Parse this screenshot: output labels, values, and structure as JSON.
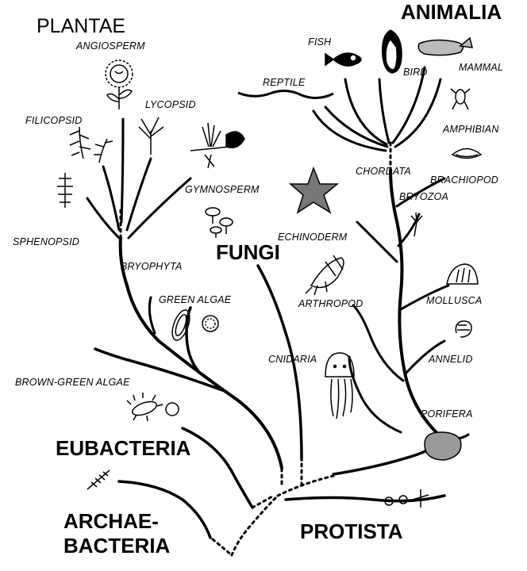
{
  "kingdoms": {
    "plantae": "PLANTAE",
    "animalia": "ANIMALIA",
    "fungi": "FUNGI",
    "eubacteria": "EUBACTERIA",
    "archaebacteria_line1": "ARCHAE-",
    "archaebacteria_line2": "BACTERIA",
    "protista": "PROTISTA"
  },
  "groups": {
    "angiosperm": "ANGIOSPERM",
    "filicopsid": "FILICOPSID",
    "lycopsid": "LYCOPSID",
    "gymnosperm": "GYMNOSPERM",
    "sphenopsid": "SPHENOPSID",
    "bryophyta": "BRYOPHYTA",
    "green_algae": "GREEN ALGAE",
    "brown_green_algae": "BROWN-GREEN ALGAE",
    "fish": "FISH",
    "reptile": "REPTILE",
    "bird": "BIRD",
    "mammal": "MAMMAL",
    "amphibian": "AMPHIBIAN",
    "chordata": "CHORDATA",
    "brachiopod": "BRACHIOPOD",
    "bryozoa": "BRYOZOA",
    "echinoderm": "ECHINODERM",
    "arthropod": "ARTHROPOD",
    "mollusca": "MOLLUSCA",
    "annelid": "ANNELID",
    "cnidaria": "CNIDARIA",
    "porifera": "PORIFERA"
  }
}
